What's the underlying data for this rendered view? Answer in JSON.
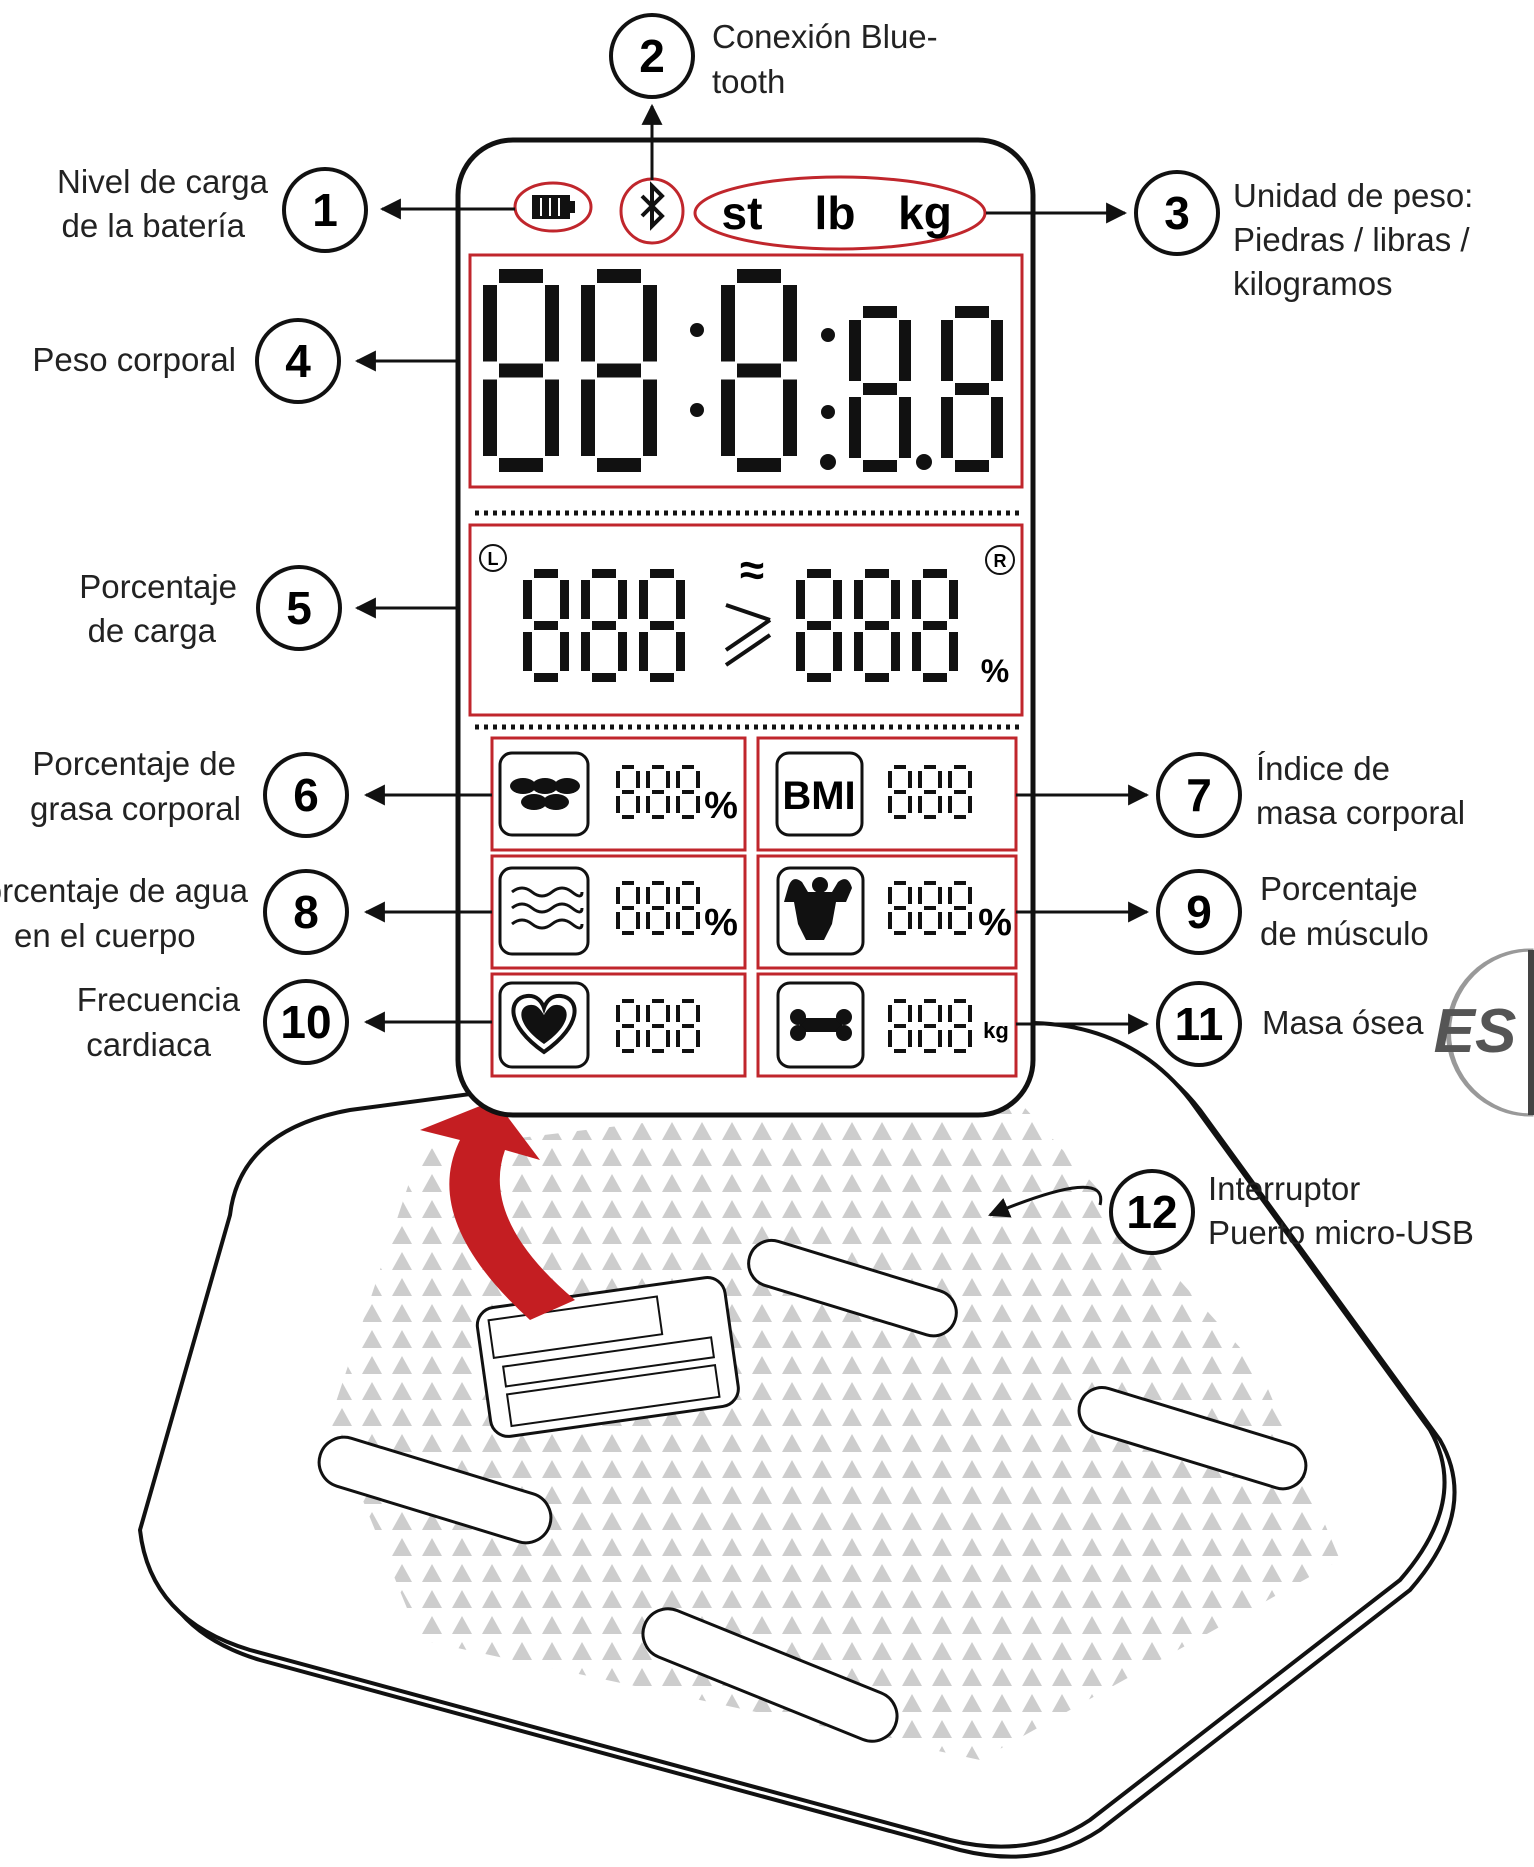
{
  "callouts": [
    {
      "num": "1",
      "lines": [
        "Nivel de carga",
        "de la batería"
      ]
    },
    {
      "num": "2",
      "lines": [
        "Conexión Blue-",
        "tooth"
      ]
    },
    {
      "num": "3",
      "lines": [
        "Unidad de peso:",
        "Piedras / libras /",
        "kilogramos"
      ]
    },
    {
      "num": "4",
      "lines": [
        "Peso corporal"
      ]
    },
    {
      "num": "5",
      "lines": [
        "Porcentaje",
        "de carga"
      ]
    },
    {
      "num": "6",
      "lines": [
        "Porcentaje de",
        "grasa corporal"
      ]
    },
    {
      "num": "7",
      "lines": [
        "Índice de",
        "masa corporal"
      ]
    },
    {
      "num": "8",
      "lines": [
        "Porcentaje de agua",
        "en el cuerpo"
      ]
    },
    {
      "num": "9",
      "lines": [
        "Porcentaje",
        "de músculo"
      ]
    },
    {
      "num": "10",
      "lines": [
        "Frecuencia",
        "cardiaca"
      ]
    },
    {
      "num": "11",
      "lines": [
        "Masa ósea"
      ]
    },
    {
      "num": "12",
      "lines": [
        "Interruptor",
        "Puerto micro-USB"
      ]
    }
  ],
  "display": {
    "units": [
      "st",
      "lb",
      "kg"
    ],
    "percent": "%",
    "bmi": "BMI",
    "kg": "kg",
    "left_marker": "L",
    "right_marker": "R",
    "approx": "≈",
    "digits": "888"
  },
  "language_tab": "ES",
  "colors": {
    "highlight": "#c0262c",
    "ink": "#111111",
    "label": "#222222",
    "pattern": "#bdbdbd"
  },
  "icons": [
    "battery-icon",
    "bluetooth-icon",
    "fat-icon",
    "water-icon",
    "muscle-icon",
    "heart-icon",
    "bone-icon"
  ]
}
